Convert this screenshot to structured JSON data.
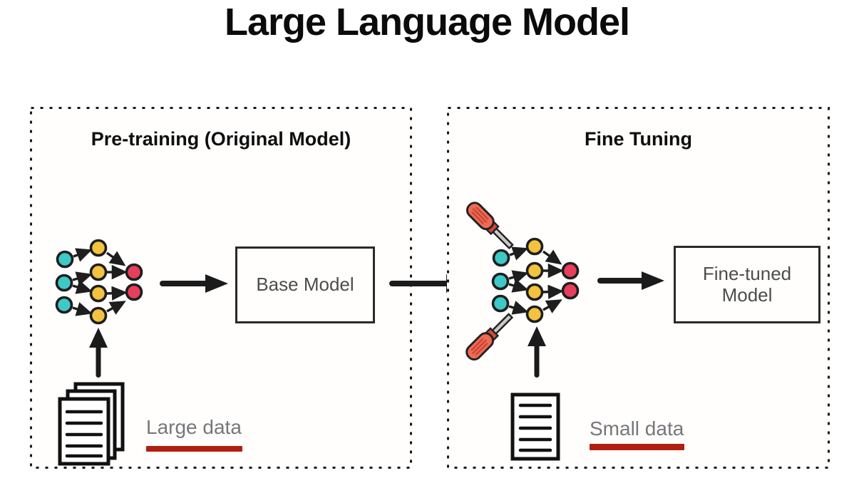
{
  "title": "Large Language Model",
  "panels": {
    "left": {
      "title": "Pre-training (Original Model)",
      "model_box_label": "Base Model",
      "data_label": "Large data"
    },
    "right": {
      "title": "Fine Tuning",
      "model_box_label": "Fine-tuned Model",
      "data_label": "Small data"
    }
  },
  "icons": {
    "left_network": "neural-network-icon",
    "right_network": "neural-network-icon",
    "screwdrivers": "screwdriver-icon",
    "left_data": "document-stack-icon",
    "right_data": "document-icon",
    "flow_arrows": "arrow-right-icon",
    "input_arrows": "arrow-up-icon"
  },
  "colors": {
    "node_input_cyan": "#3ec9c7",
    "node_hidden_yellow": "#f3c33f",
    "node_output_red": "#e73e5b",
    "outline_dark": "#1e1e1e",
    "underline_red": "#b02010",
    "label_gray": "#77777a",
    "screwdriver_handle": "#ef6a55"
  }
}
